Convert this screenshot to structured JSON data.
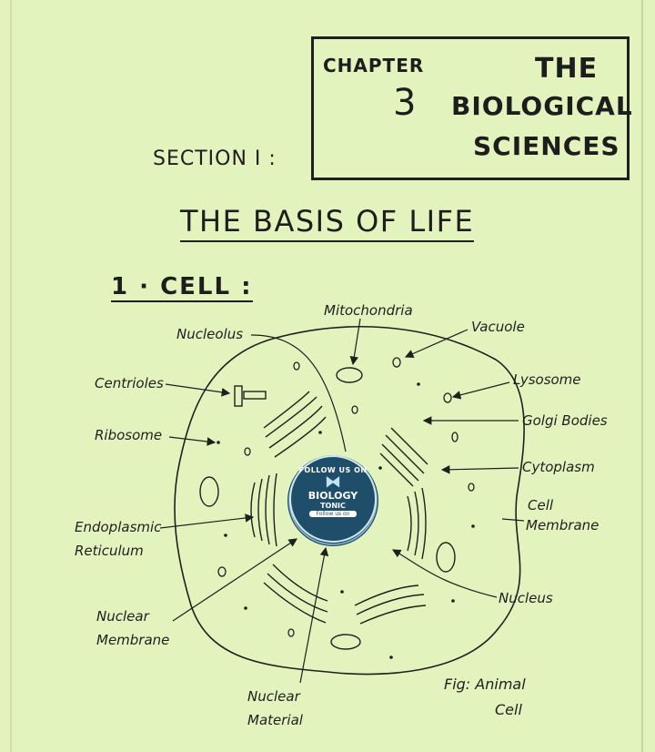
{
  "chapter": {
    "word": "CHAPTER",
    "number": "3",
    "title_line1": "THE",
    "title_line2": "BIOLOGICAL",
    "title_line3": "SCIENCES"
  },
  "section": {
    "label": "SECTION I :",
    "title": "THE BASIS OF LIFE"
  },
  "topic": {
    "heading": "1 · CELL :"
  },
  "diagram": {
    "labels": {
      "mitochondria": "Mitochondria",
      "nucleolus": "Nucleolus",
      "vacuole": "Vacuole",
      "centrioles": "Centrioles",
      "lysosome": "Lysosome",
      "golgi": "Golgi Bodies",
      "ribosome": "Ribosome",
      "cytoplasm": "Cytoplasm",
      "cell_membrane_1": "Cell",
      "cell_membrane_2": "Membrane",
      "er_1": "Endoplasmic",
      "er_2": "Reticulum",
      "nucleus": "Nucleus",
      "nuclear_membrane_1": "Nuclear",
      "nuclear_membrane_2": "Membrane",
      "nuclear_material_1": "Nuclear",
      "nuclear_material_2": "Material",
      "caption_1": "Fig: Animal",
      "caption_2": "Cell"
    }
  },
  "watermark": {
    "top_text": "FOLLOW US ON",
    "brand_1": "BIOLOGY",
    "brand_2": "TONIC",
    "small_text": "Follow us on"
  },
  "colors": {
    "paper": "#e3f3bd",
    "ink": "#1f1f1f",
    "badge": "#1f4e6b"
  }
}
